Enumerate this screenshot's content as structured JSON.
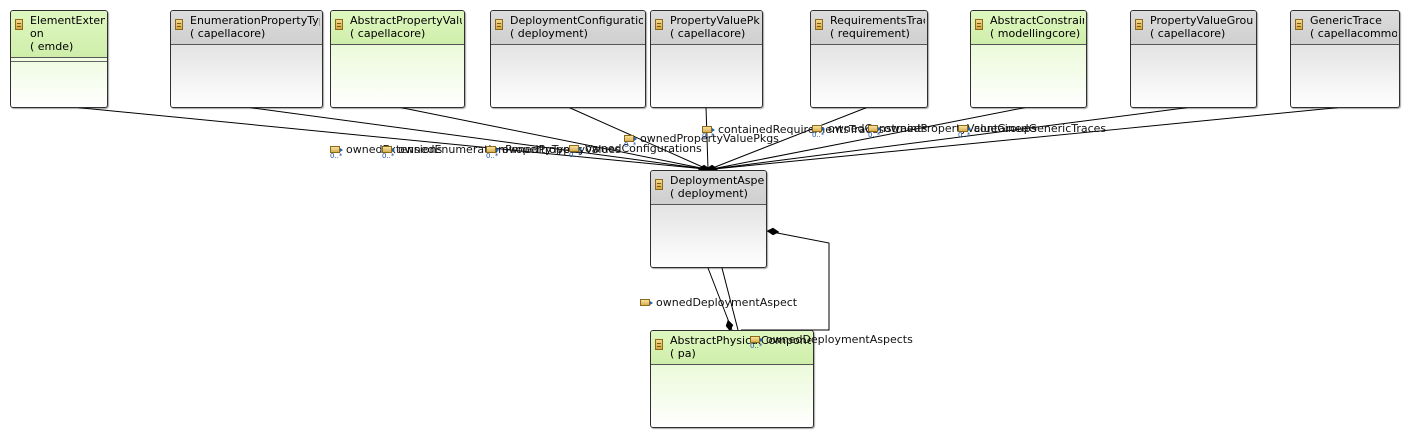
{
  "classes": {
    "element_extension": {
      "name": "ElementExtensi\non",
      "package": "( emde)"
    },
    "enumeration_property_type": {
      "name": "EnumerationPropertyType",
      "package": "( capellacore)"
    },
    "abstract_property_value": {
      "name": "AbstractPropertyValue",
      "package": "( capellacore)"
    },
    "deployment_configuration": {
      "name": "DeploymentConfiguration",
      "package": "( deployment)"
    },
    "property_value_pkg": {
      "name": "PropertyValuePkg",
      "package": "( capellacore)"
    },
    "requirements_trace": {
      "name": "RequirementsTrace",
      "package": "( requirement)"
    },
    "abstract_constraint": {
      "name": "AbstractConstraint",
      "package": "( modellingcore)"
    },
    "property_value_group": {
      "name": "PropertyValueGroup",
      "package": "( capellacore)"
    },
    "generic_trace": {
      "name": "GenericTrace",
      "package": "( capellacommon)"
    },
    "deployment_aspect": {
      "name": "DeploymentAspect",
      "package": "( deployment)"
    },
    "abstract_physical_component": {
      "name": "AbstractPhysicalComponent",
      "package": "( pa)"
    }
  },
  "relations": {
    "owned_extensions": {
      "label": "ownedExtensions",
      "multiplicity": "0..*"
    },
    "owned_enumeration_property_types": {
      "label": "ownedEnumerationPropertyTypes",
      "multiplicity": "0..*"
    },
    "owned_property_values": {
      "label": "ownedPropertyValues",
      "multiplicity": "0..*"
    },
    "owned_configurations": {
      "label": "ownedConfigurations",
      "multiplicity": "0..*"
    },
    "owned_property_value_pkgs": {
      "label": "ownedPropertyValuePkgs",
      "multiplicity": "0..*"
    },
    "contained_requirements_traces": {
      "label": "containedRequirementsTraces",
      "multiplicity": "0..*"
    },
    "owned_constraints": {
      "label": "ownedConstraints",
      "multiplicity": "0..*"
    },
    "owned_property_value_groups": {
      "label": "ownedPropertyValueGroups",
      "multiplicity": "0..*"
    },
    "contained_generic_traces": {
      "label": "containedGenericTraces",
      "multiplicity": "0..*"
    },
    "owned_deployment_aspect": {
      "label": "ownedDeploymentAspect",
      "multiplicity": ""
    },
    "owned_deployment_aspects": {
      "label": "ownedDeploymentAspects",
      "multiplicity": "0..*"
    }
  },
  "colors": {
    "external_class_fill": "#e8e8e8",
    "owned_class_fill": "#e2f8c8",
    "edge_stroke": "#000000",
    "multiplicity_text": "#1f4fa0"
  }
}
